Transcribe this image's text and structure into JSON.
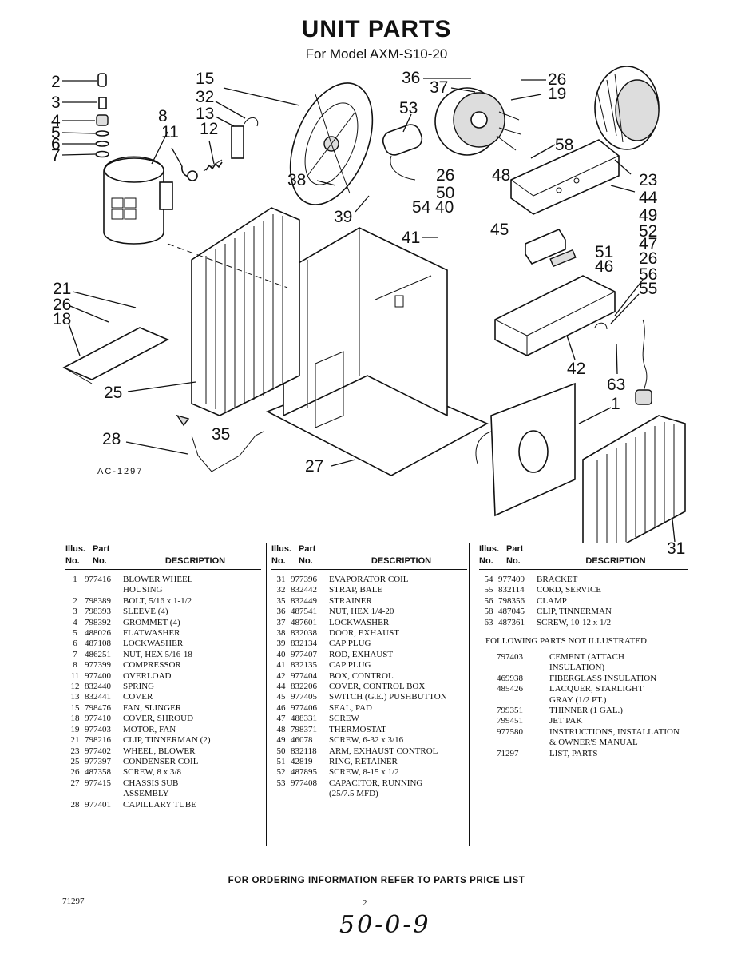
{
  "title": "UNIT PARTS",
  "subtitle": "For Model AXM-S10-20",
  "drawing_number": "AC-1297",
  "callouts": {
    "c1": "1",
    "c2": "2",
    "c3": "3",
    "c4": "4",
    "c5": "5",
    "c6": "6",
    "c7": "7",
    "c8": "8",
    "c11": "11",
    "c12": "12",
    "c13": "13",
    "c15": "15",
    "c18": "18",
    "c19": "19",
    "c21": "21",
    "c23": "23",
    "c25": "25",
    "c26a": "26",
    "c26b": "26",
    "c26c": "26",
    "c26d": "26",
    "c27": "27",
    "c28": "28",
    "c31": "31",
    "c32": "32",
    "c35": "35",
    "c36": "36",
    "c37": "37",
    "c38": "38",
    "c39": "39",
    "c40": "40",
    "c41": "41",
    "c42": "42",
    "c44": "44",
    "c45": "45",
    "c46": "46",
    "c47": "47",
    "c48": "48",
    "c49": "49",
    "c50": "50",
    "c51": "51",
    "c52": "52",
    "c53": "53",
    "c54": "54",
    "c55": "55",
    "c56": "56",
    "c58": "58",
    "c63": "63"
  },
  "table_header": {
    "illus": "Illus.",
    "part": "Part",
    "no": "No.",
    "description": "DESCRIPTION"
  },
  "col1": [
    {
      "illus": "1",
      "part": "977416",
      "desc": "BLOWER WHEEL"
    },
    {
      "illus": "",
      "part": "",
      "desc": "HOUSING"
    },
    {
      "illus": "2",
      "part": "798389",
      "desc": "BOLT, 5/16 x 1-1/2"
    },
    {
      "illus": "3",
      "part": "798393",
      "desc": "SLEEVE (4)"
    },
    {
      "illus": "4",
      "part": "798392",
      "desc": "GROMMET (4)"
    },
    {
      "illus": "5",
      "part": "488026",
      "desc": "FLATWASHER"
    },
    {
      "illus": "6",
      "part": "487108",
      "desc": "LOCKWASHER"
    },
    {
      "illus": "7",
      "part": "486251",
      "desc": "NUT, HEX 5/16-18"
    },
    {
      "illus": "8",
      "part": "977399",
      "desc": "COMPRESSOR"
    },
    {
      "illus": "11",
      "part": "977400",
      "desc": "OVERLOAD"
    },
    {
      "illus": "12",
      "part": "832440",
      "desc": "SPRING"
    },
    {
      "illus": "13",
      "part": "832441",
      "desc": "COVER"
    },
    {
      "illus": "15",
      "part": "798476",
      "desc": "FAN, SLINGER"
    },
    {
      "illus": "18",
      "part": "977410",
      "desc": "COVER, SHROUD"
    },
    {
      "illus": "19",
      "part": "977403",
      "desc": "MOTOR, FAN"
    },
    {
      "illus": "21",
      "part": "798216",
      "desc": "CLIP, TINNERMAN (2)"
    },
    {
      "illus": "23",
      "part": "977402",
      "desc": "WHEEL, BLOWER"
    },
    {
      "illus": "25",
      "part": "977397",
      "desc": "CONDENSER COIL"
    },
    {
      "illus": "26",
      "part": "487358",
      "desc": "SCREW, 8 x 3/8"
    },
    {
      "illus": "27",
      "part": "977415",
      "desc": "CHASSIS SUB"
    },
    {
      "illus": "",
      "part": "",
      "desc": "ASSEMBLY"
    },
    {
      "illus": "28",
      "part": "977401",
      "desc": "CAPILLARY TUBE"
    }
  ],
  "col2": [
    {
      "illus": "31",
      "part": "977396",
      "desc": "EVAPORATOR COIL"
    },
    {
      "illus": "32",
      "part": "832442",
      "desc": "STRAP, BALE"
    },
    {
      "illus": "35",
      "part": "832449",
      "desc": "STRAINER"
    },
    {
      "illus": "36",
      "part": "487541",
      "desc": "NUT, HEX 1/4-20"
    },
    {
      "illus": "37",
      "part": "487601",
      "desc": "LOCKWASHER"
    },
    {
      "illus": "38",
      "part": "832038",
      "desc": "DOOR, EXHAUST"
    },
    {
      "illus": "39",
      "part": "832134",
      "desc": "CAP PLUG"
    },
    {
      "illus": "40",
      "part": "977407",
      "desc": "ROD, EXHAUST"
    },
    {
      "illus": "41",
      "part": "832135",
      "desc": "CAP PLUG"
    },
    {
      "illus": "42",
      "part": "977404",
      "desc": "BOX, CONTROL"
    },
    {
      "illus": "44",
      "part": "832206",
      "desc": "COVER, CONTROL BOX"
    },
    {
      "illus": "45",
      "part": "977405",
      "desc": "SWITCH (G.E.) PUSHBUTTON"
    },
    {
      "illus": "46",
      "part": "977406",
      "desc": "SEAL, PAD"
    },
    {
      "illus": "47",
      "part": "488331",
      "desc": "SCREW"
    },
    {
      "illus": "48",
      "part": "798371",
      "desc": "THERMOSTAT"
    },
    {
      "illus": "49",
      "part": "46078",
      "desc": "SCREW, 6-32 x 3/16"
    },
    {
      "illus": "50",
      "part": "832118",
      "desc": "ARM, EXHAUST CONTROL"
    },
    {
      "illus": "51",
      "part": "42819",
      "desc": "RING, RETAINER"
    },
    {
      "illus": "52",
      "part": "487895",
      "desc": "SCREW, 8-15 x 1/2"
    },
    {
      "illus": "53",
      "part": "977408",
      "desc": "CAPACITOR, RUNNING"
    },
    {
      "illus": "",
      "part": "",
      "desc": "(25/7.5 MFD)"
    }
  ],
  "col3": [
    {
      "illus": "54",
      "part": "977409",
      "desc": "BRACKET"
    },
    {
      "illus": "55",
      "part": "832114",
      "desc": "CORD, SERVICE"
    },
    {
      "illus": "56",
      "part": "798356",
      "desc": "CLAMP"
    },
    {
      "illus": "58",
      "part": "487045",
      "desc": "CLIP, TINNERMAN"
    },
    {
      "illus": "63",
      "part": "487361",
      "desc": "SCREW, 10-12 x 1/2"
    }
  ],
  "not_illustrated_heading": "FOLLOWING PARTS NOT ILLUSTRATED",
  "col3b": [
    {
      "part": "797403",
      "desc": "CEMENT (ATTACH"
    },
    {
      "part": "",
      "desc": "INSULATION)"
    },
    {
      "part": "469938",
      "desc": "FIBERGLASS INSULATION"
    },
    {
      "part": "485426",
      "desc": "LACQUER, STARLIGHT"
    },
    {
      "part": "",
      "desc": "GRAY (1/2 PT.)"
    },
    {
      "part": "799351",
      "desc": "THINNER (1 GAL.)"
    },
    {
      "part": "799451",
      "desc": "JET PAK"
    },
    {
      "part": "977580",
      "desc": "INSTRUCTIONS, INSTALLATION"
    },
    {
      "part": "",
      "desc": "& OWNER'S MANUAL"
    },
    {
      "part": "71297",
      "desc": "LIST, PARTS"
    }
  ],
  "footer": "FOR ORDERING INFORMATION REFER TO PARTS PRICE LIST",
  "document_number": "71297",
  "page_number": "2",
  "handwritten": "50-0-9"
}
